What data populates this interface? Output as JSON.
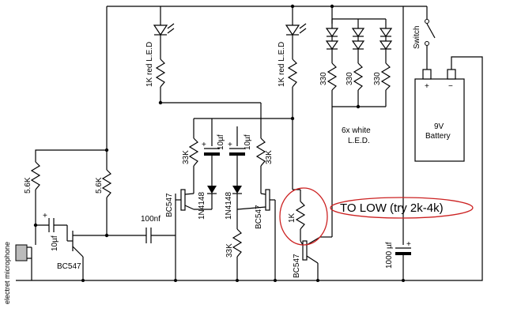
{
  "labels": {
    "r_led1": "1K   red L.E.D",
    "r_led2": "1K   red L.E.D",
    "r330_a": "330",
    "r330_b": "330",
    "r330_c": "330",
    "r33k_left": "33K",
    "r33k_right": "33K",
    "r33k_bottom": "33K",
    "c10uf_left": "10µf",
    "c10uf_right": "10µf",
    "c10uf_mic": "10µf",
    "r56k_left": "5.6K",
    "r56k_mid": "5.6K",
    "c100nf": "100nf",
    "q_mic": "BC547",
    "q_left": "BC547",
    "q_right": "BC547",
    "q_out": "BC547",
    "d_left": "1N4148",
    "d_right": "1N4148",
    "r1k_out": "1K",
    "c1000uf": "1000 µf",
    "mic": "electret microphone",
    "switch": "Switch",
    "battery_line1": "9V",
    "battery_line2": "Battery",
    "bat_plus": "+",
    "bat_minus": "−",
    "white_led_line1": "6x white",
    "white_led_line2": "L.E.D.",
    "annotation": "TO LOW (try 2k-4k)",
    "plus_sign": "+"
  },
  "colors": {
    "annotation_ellipse": "#cc2222",
    "wire": "#000000"
  }
}
